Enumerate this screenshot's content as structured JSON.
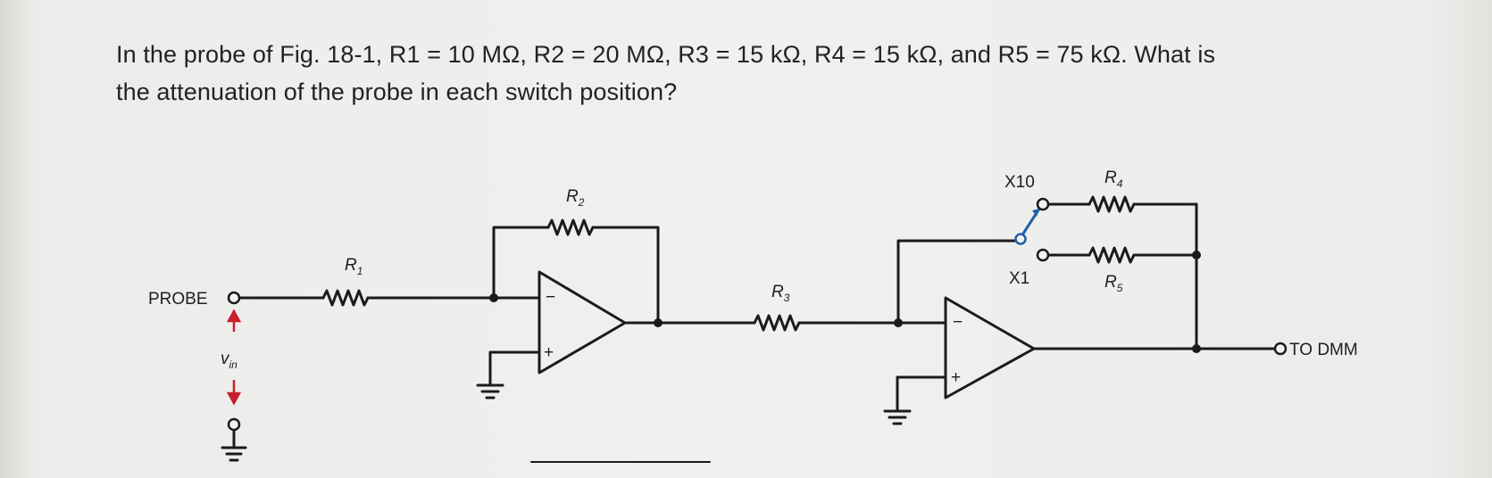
{
  "question": {
    "line1": "In the probe of Fig. 18-1, R1 = 10 MΩ, R2 = 20 MΩ, R3 = 15 kΩ, R4 = 15 kΩ, and R5 = 75 kΩ. What is",
    "line2": "the attenuation of the probe in each switch position?"
  },
  "circuit": {
    "probe_label": "PROBE",
    "output_label": "TO DMM",
    "vin_main": "v",
    "vin_sub": "in",
    "switch_x10": "X10",
    "switch_x1": "X1",
    "resistors": [
      {
        "main": "R",
        "sub": "1"
      },
      {
        "main": "R",
        "sub": "2"
      },
      {
        "main": "R",
        "sub": "3"
      },
      {
        "main": "R",
        "sub": "4"
      },
      {
        "main": "R",
        "sub": "5"
      }
    ],
    "opamp_minus": "−",
    "opamp_plus": "+",
    "wire_color": "#1b1b1b",
    "arrow_color": "#c81e2a",
    "switch_color": "#1f5fa8"
  }
}
